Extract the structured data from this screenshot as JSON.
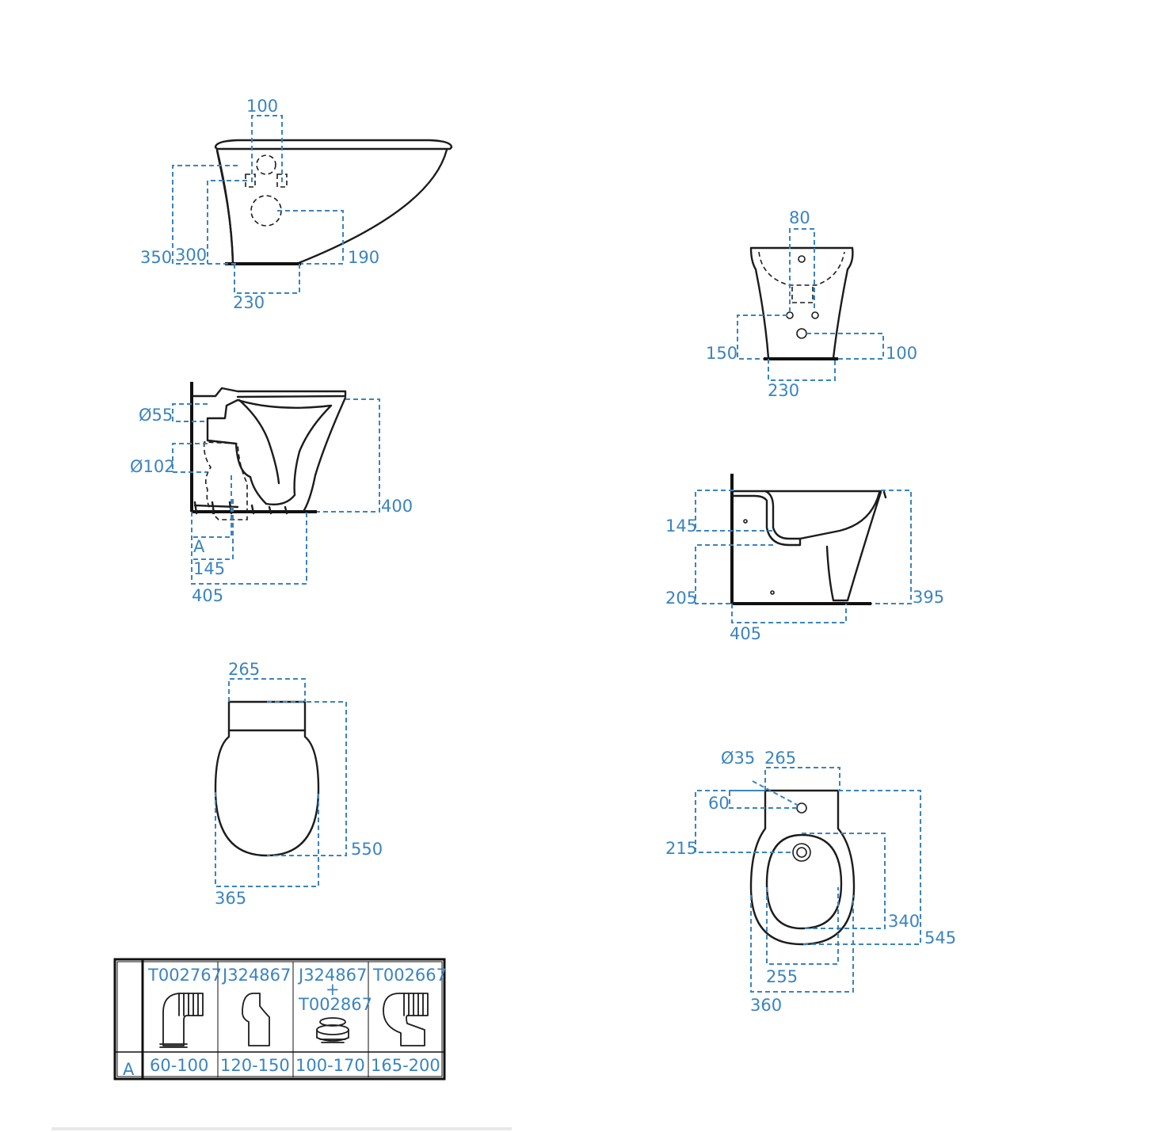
{
  "views": {
    "wc_front": {
      "d1": "100",
      "d2": "350",
      "d3": "300",
      "d4": "190",
      "d5": "230"
    },
    "wc_side": {
      "d1": "Ø55",
      "d2": "Ø102",
      "d3": "400",
      "d4": "A",
      "d5": "145",
      "d6": "405"
    },
    "wc_top": {
      "d1": "265",
      "d2": "550",
      "d3": "365"
    },
    "bidet_front": {
      "d1": "80",
      "d2": "150",
      "d3": "100",
      "d4": "230"
    },
    "bidet_side": {
      "d1": "145",
      "d2": "205",
      "d3": "395",
      "d4": "405"
    },
    "bidet_top": {
      "d1": "Ø35",
      "d2": "265",
      "d3": "60",
      "d4": "215",
      "d5": "340",
      "d6": "545",
      "d7": "255",
      "d8": "360"
    }
  },
  "bend_table": {
    "row_label": "A",
    "columns": [
      {
        "code": "T002767",
        "code2": "",
        "plus": "",
        "range": "60-100"
      },
      {
        "code": "J324867",
        "code2": "",
        "plus": "",
        "range": "120-150"
      },
      {
        "code": "J324867",
        "code2": "T002867",
        "plus": "+",
        "range": "100-170"
      },
      {
        "code": "T002667",
        "code2": "",
        "plus": "",
        "range": "165-200"
      }
    ]
  },
  "colors": {
    "dimension": "#3a84c0",
    "outline": "#1c1c1c"
  }
}
